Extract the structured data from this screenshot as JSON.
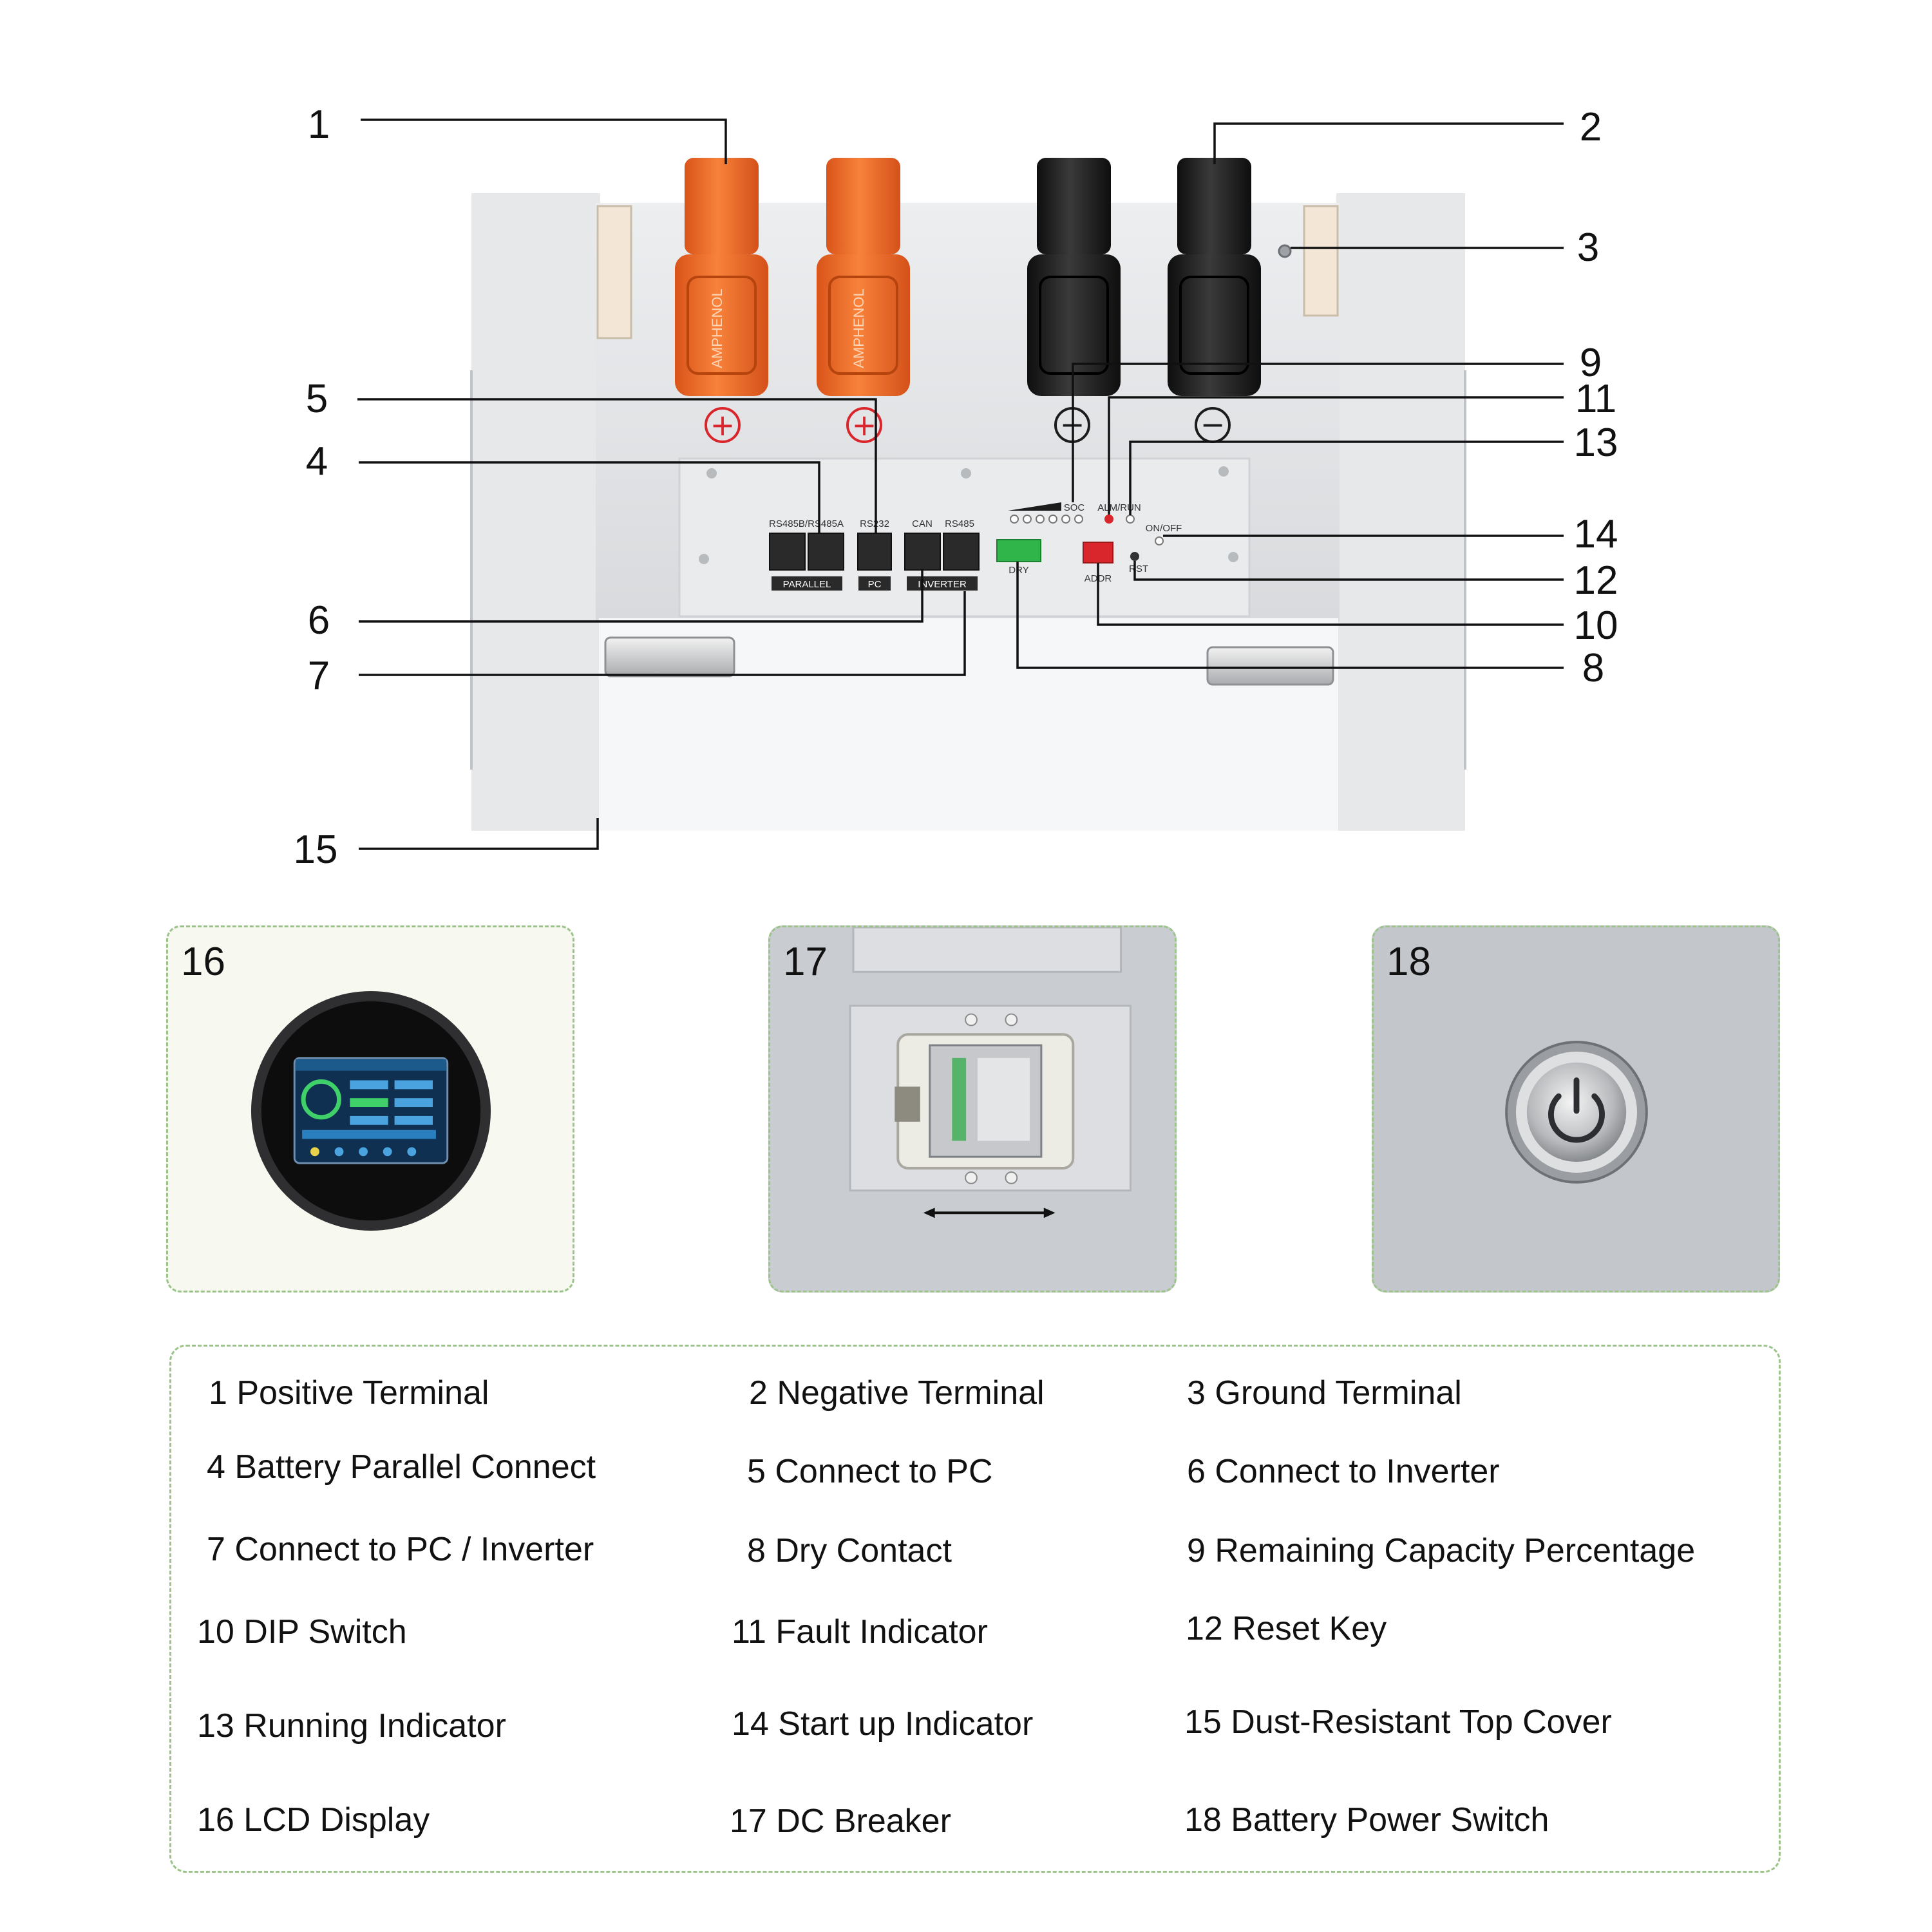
{
  "callouts": [
    "1",
    "2",
    "3",
    "4",
    "5",
    "6",
    "7",
    "8",
    "9",
    "10",
    "11",
    "12",
    "13",
    "14",
    "15"
  ],
  "device": {
    "port_labels": {
      "rs485b_rs485a": "RS485B/RS485A",
      "rs232": "RS232",
      "can": "CAN",
      "rs485": "RS485",
      "parallel": "PARALLEL",
      "pc": "PC",
      "inverter": "INVERTER",
      "dry": "DRY",
      "addr": "ADDR",
      "soc": "SOC",
      "alm_run": "ALM/RUN",
      "onoff": "ON/OFF",
      "rst": "RST"
    },
    "positive_symbol": "+",
    "negative_symbol": "−",
    "brand_mark": "AMPHENOL"
  },
  "panels": [
    {
      "number": "16"
    },
    {
      "number": "17"
    },
    {
      "number": "18"
    }
  ],
  "legend": [
    "1 Positive Terminal",
    "2 Negative Terminal",
    "3 Ground Terminal",
    "4 Battery Parallel Connect",
    "5 Connect to PC",
    "6 Connect to Inverter",
    "7 Connect to PC / Inverter",
    "8 Dry Contact",
    "9 Remaining Capacity Percentage",
    "10 DIP Switch",
    "11 Fault Indicator",
    "12 Reset Key",
    "13 Running Indicator",
    "14 Start up Indicator",
    "15 Dust-Resistant Top Cover",
    "16 LCD Display",
    "17 DC Breaker",
    "18 Battery Power Switch"
  ],
  "colors": {
    "positive_terminal": "#f26a21",
    "negative_terminal": "#1c1c1c",
    "housing": "#dfe1e4",
    "panel_border": "#9cc48a",
    "indicator_red": "#d9262c",
    "dry_green": "#2fb54a"
  }
}
